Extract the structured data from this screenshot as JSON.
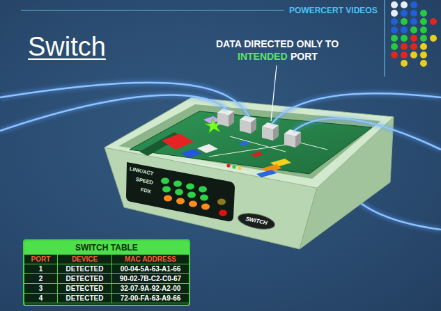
{
  "diagram": {
    "title": "Switch",
    "nodes": [
      {
        "text": [
          "SWITCH"
        ]
      },
      {
        "text": [
          "SWITCH TABLE"
        ]
      }
    ],
    "labels": [
      "POWERCERT VIDEOS",
      "DATA DIRECTED ONLY TO",
      "INTENDED",
      "PORT",
      "LINK/ACT",
      "SPEED",
      "FDX",
      "PORT",
      "DEVICE",
      "MAC ADDRESS",
      "1",
      "DETECTED",
      "00-04-5A-63-A1-66",
      "2",
      "DETECTED",
      "90-02-7B-C2-C0-67",
      "3",
      "DETECTED",
      "32-07-9A-92-A2-00",
      "4",
      "DETECTED",
      "72-00-FA-63-A9-66"
    ]
  }
}
